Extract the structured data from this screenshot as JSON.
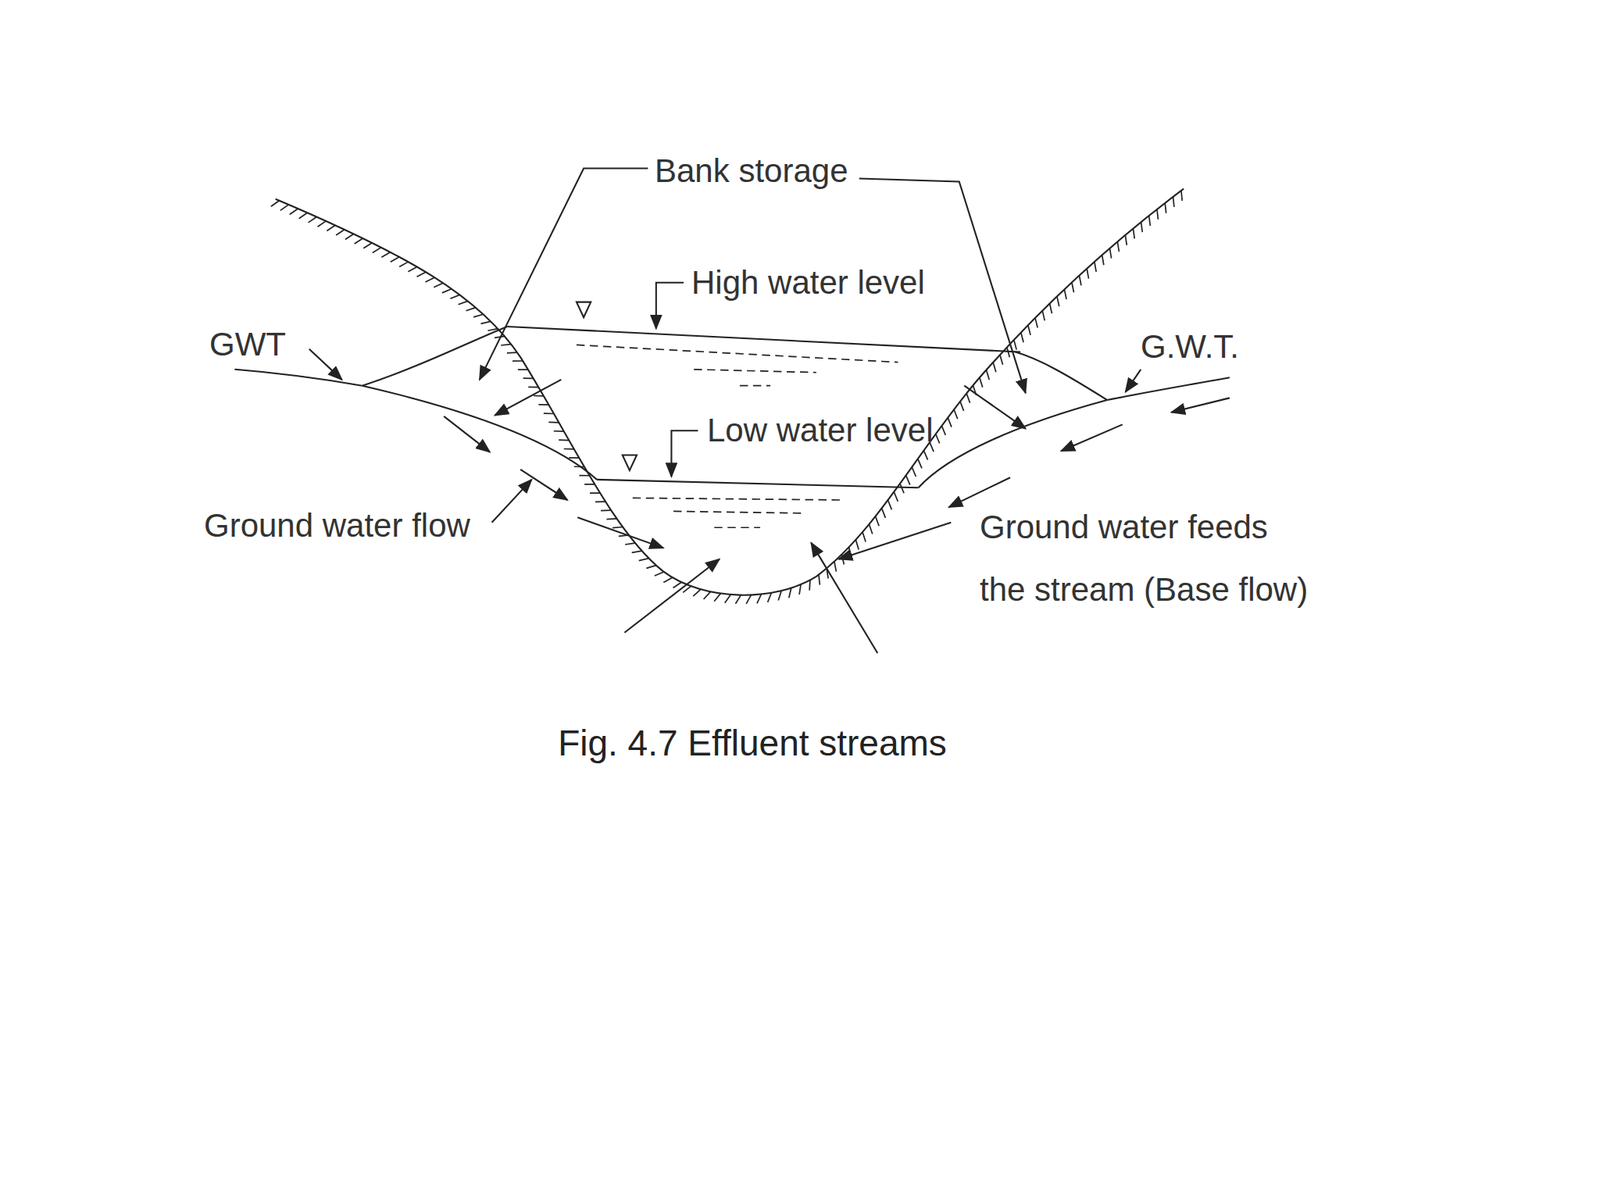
{
  "diagram": {
    "caption": "Fig. 4.7 Effluent streams",
    "labels": [
      "Bank storage",
      "High water level",
      "GWT",
      "G.W.T.",
      "Low water level",
      "Ground water flow",
      "Ground water feeds the stream (Base flow)"
    ]
  }
}
